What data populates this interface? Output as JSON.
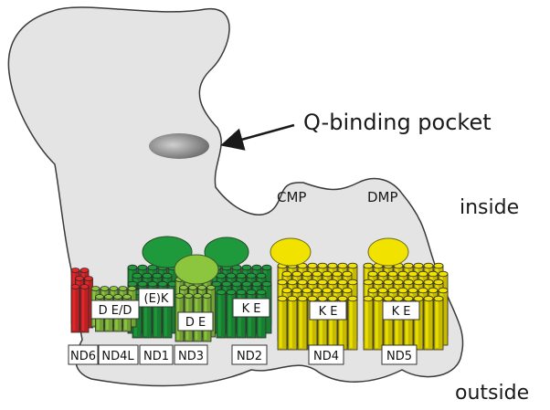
{
  "labels": {
    "q_binding": "Q-binding pocket",
    "cmp": "CMP",
    "dmp": "DMP",
    "inside": "inside",
    "outside": "outside"
  },
  "residue_labels": {
    "nd4l_group": "D E/D",
    "nd1_group": "(E)K",
    "nd3_group": "D E",
    "nd2_group": "K E",
    "nd4_group": "K E",
    "nd5_group": "K E"
  },
  "subunits": [
    "ND6",
    "ND4L",
    "ND1",
    "ND3",
    "ND2",
    "ND4",
    "ND5"
  ],
  "colors": {
    "membrane_arm_fill": "#e4e4e4",
    "outline": "#3a3a3a",
    "nd6": "#e8262a",
    "nd4l_nd3": "#8cc63f",
    "nd1_nd2": "#1e9a3c",
    "nd4_nd5": "#f2e200",
    "pocket": "#8a8a8a"
  }
}
